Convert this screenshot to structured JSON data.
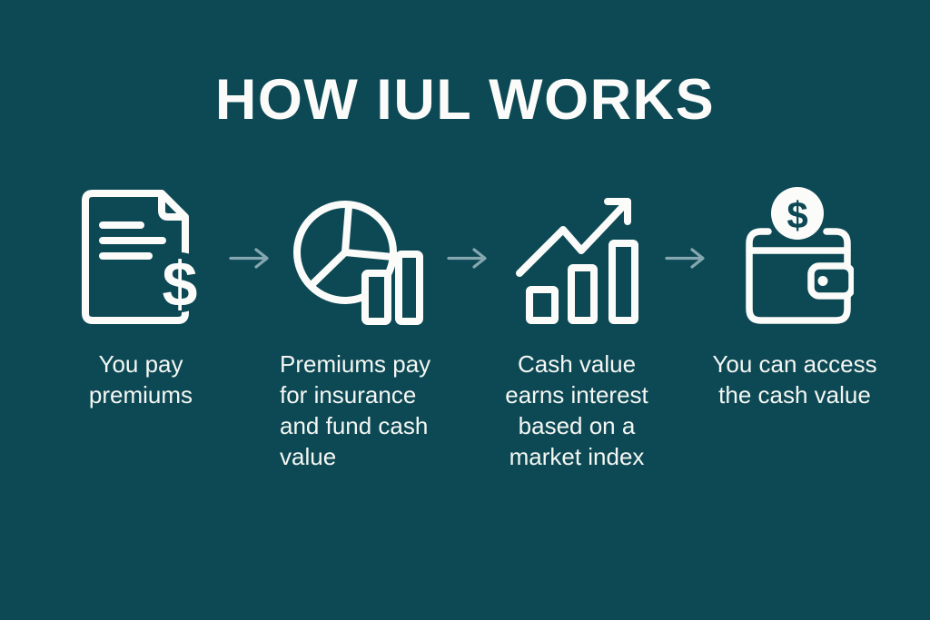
{
  "title": "HOW IUL WORKS",
  "colors": {
    "background": "#0D4955",
    "text": "#F4F7F3",
    "arrow": "#85A8B0"
  },
  "dollar_glyph": "$",
  "steps": [
    {
      "name": "pay-premiums",
      "icon": "invoice-document-icon",
      "caption": "You pay\npremiums"
    },
    {
      "name": "premiums-pay",
      "icon": "pie-chart-bars-icon",
      "caption": "Premiums pay\nfor insurance\nand fund cash\nvalue"
    },
    {
      "name": "cash-value-interest",
      "icon": "growth-bar-chart-icon",
      "caption": "Cash value\nearns interest\nbased on a\nmarket index"
    },
    {
      "name": "access-cash-value",
      "icon": "wallet-coin-icon",
      "caption": "You can access\nthe cash value"
    }
  ]
}
